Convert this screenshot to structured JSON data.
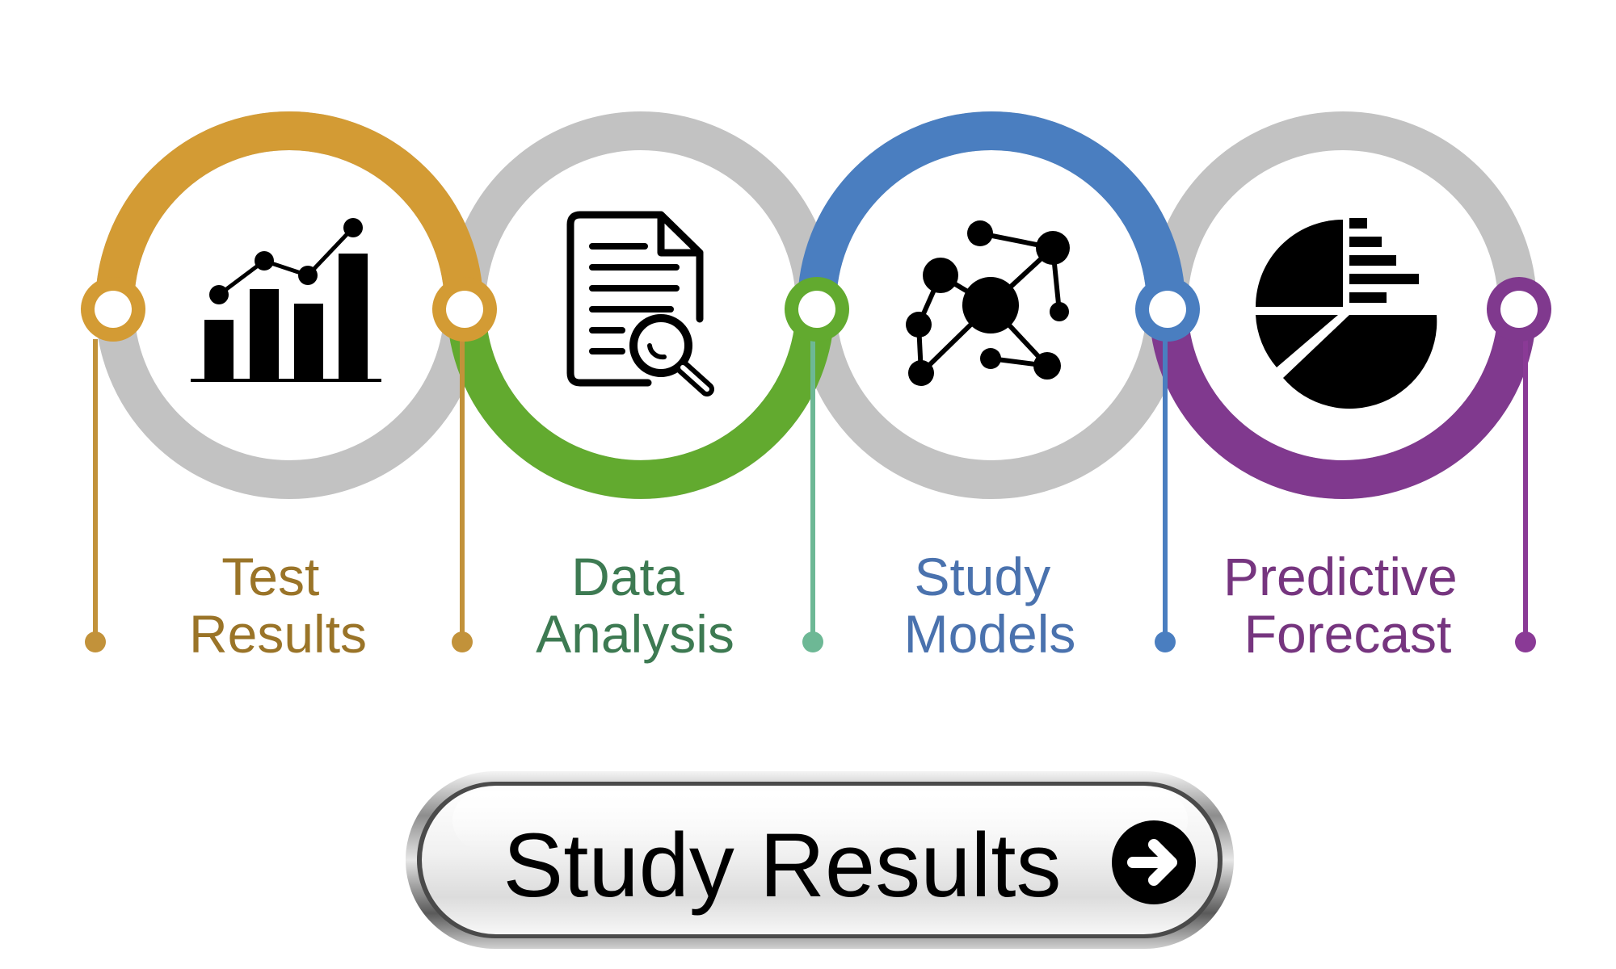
{
  "steps": [
    {
      "id": "test-results",
      "label_line1": "Test",
      "label_line2": "Results",
      "icon": "bar-chart-trend-icon",
      "ring_color": "#D39B34",
      "text_color": "#9A7428",
      "pin_color": "#C2923A"
    },
    {
      "id": "data-analysis",
      "label_line1": "Data",
      "label_line2": "Analysis",
      "icon": "document-search-icon",
      "ring_color": "#62AA2F",
      "text_color": "#3D7A52",
      "pin_color": "#C2923A"
    },
    {
      "id": "study-models",
      "label_line1": "Study",
      "label_line2": "Models",
      "icon": "network-nodes-icon",
      "ring_color": "#4A7EC0",
      "text_color": "#4A72AE",
      "pin_color": "#6DB895"
    },
    {
      "id": "predictive-forecast",
      "label_line1": "Predictive",
      "label_line2": "Forecast",
      "icon": "pie-chart-icon",
      "ring_color": "#80398E",
      "text_color": "#76357F",
      "pin_color": "#4A7EC0"
    }
  ],
  "end_pin_color": "#8A3A96",
  "ring_gray": "#C2C2C2",
  "cta": {
    "label": "Study Results",
    "icon": "arrow-right-circle-icon"
  }
}
